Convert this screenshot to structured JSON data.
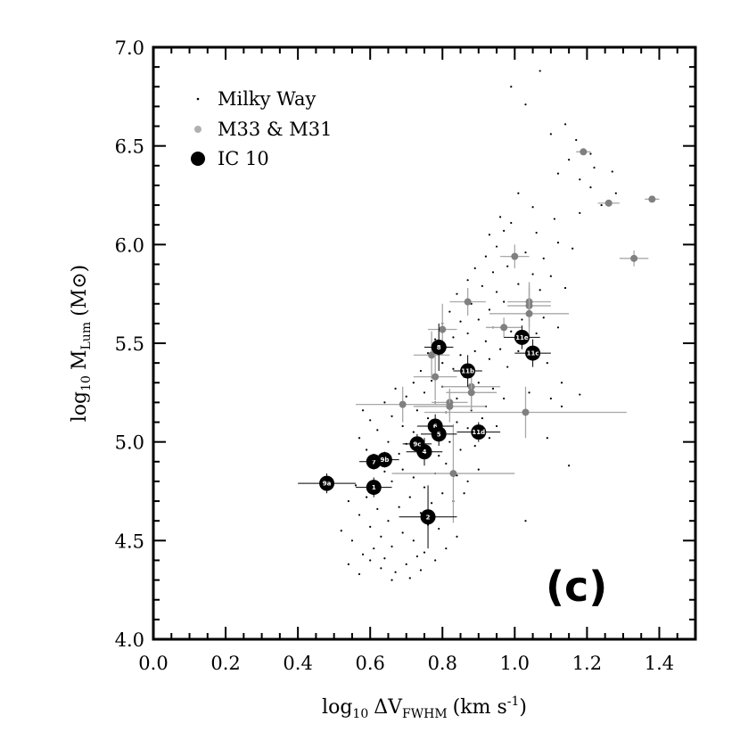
{
  "chart_data": {
    "type": "scatter",
    "title": "",
    "panel_label": "(c)",
    "xlabel": {
      "prefix": "log",
      "prefix_sub": "10",
      "delta": "ΔV",
      "sub": "FWHM",
      "units": "(km s",
      "units_sup": "-1",
      "close": ")"
    },
    "ylabel": {
      "prefix": "log",
      "prefix_sub": "10",
      "main": "M",
      "sub": "Lum",
      "units": "(M",
      "units_sym": "⊙",
      "close": ")"
    },
    "xlim": [
      0.0,
      1.5
    ],
    "ylim": [
      4.0,
      7.0
    ],
    "x_ticks": [
      "0.0",
      "0.2",
      "0.4",
      "0.6",
      "0.8",
      "1.0",
      "1.2",
      "1.4"
    ],
    "y_ticks": [
      "4.0",
      "4.5",
      "5.0",
      "5.5",
      "6.0",
      "6.5",
      "7.0"
    ],
    "legend": [
      {
        "label": "Milky Way",
        "marker": "dot"
      },
      {
        "label": "M33 & M31",
        "marker": "gray-circle"
      },
      {
        "label": "IC 10",
        "marker": "black-circle"
      }
    ],
    "colors": {
      "ic10": "#000000",
      "m33m31": "#808080",
      "mw": "#000000",
      "m33m31_err": "#a8a8a8"
    },
    "series": [
      {
        "name": "IC 10",
        "points": [
          {
            "id": "9a",
            "x": 0.48,
            "y": 4.79,
            "xerr": 0.08,
            "yerr": 0.05
          },
          {
            "id": "1",
            "x": 0.61,
            "y": 4.77,
            "xerr": 0.05,
            "yerr": 0.05
          },
          {
            "id": "7",
            "x": 0.61,
            "y": 4.9,
            "xerr": 0.04,
            "yerr": 0.04
          },
          {
            "id": "9b",
            "x": 0.64,
            "y": 4.91,
            "xerr": 0.04,
            "yerr": 0.04
          },
          {
            "id": "2",
            "x": 0.76,
            "y": 4.62,
            "xerr": 0.08,
            "yerr": 0.16
          },
          {
            "id": "4",
            "x": 0.75,
            "y": 4.95,
            "xerr": 0.05,
            "yerr": 0.07
          },
          {
            "id": "9c",
            "x": 0.73,
            "y": 4.99,
            "xerr": 0.04,
            "yerr": 0.05
          },
          {
            "id": "6",
            "x": 0.78,
            "y": 5.08,
            "xerr": 0.05,
            "yerr": 0.06
          },
          {
            "id": "5",
            "x": 0.79,
            "y": 5.04,
            "xerr": 0.05,
            "yerr": 0.06
          },
          {
            "id": "8",
            "x": 0.79,
            "y": 5.48,
            "xerr": 0.04,
            "yerr": 0.12
          },
          {
            "id": "11b",
            "x": 0.87,
            "y": 5.36,
            "xerr": 0.04,
            "yerr": 0.08
          },
          {
            "id": "11d",
            "x": 0.9,
            "y": 5.05,
            "xerr": 0.06,
            "yerr": 0.05
          },
          {
            "id": "11e",
            "x": 1.02,
            "y": 5.53,
            "xerr": 0.05,
            "yerr": 0.06
          },
          {
            "id": "11c",
            "x": 1.05,
            "y": 5.45,
            "xerr": 0.05,
            "yerr": 0.07
          }
        ]
      },
      {
        "name": "M33 & M31",
        "points": [
          {
            "x": 1.19,
            "y": 6.47,
            "xerr": 0.02,
            "yerr": 0.01
          },
          {
            "x": 1.26,
            "y": 6.21,
            "xerr": 0.03,
            "yerr": 0.01
          },
          {
            "x": 1.38,
            "y": 6.23,
            "xerr": 0.02,
            "yerr": 0.01
          },
          {
            "x": 1.33,
            "y": 5.93,
            "xerr": 0.04,
            "yerr": 0.04
          },
          {
            "x": 1.0,
            "y": 5.94,
            "xerr": 0.04,
            "yerr": 0.06
          },
          {
            "x": 0.87,
            "y": 5.71,
            "xerr": 0.05,
            "yerr": 0.07
          },
          {
            "x": 1.04,
            "y": 5.71,
            "xerr": 0.06,
            "yerr": 0.1
          },
          {
            "x": 1.04,
            "y": 5.69,
            "xerr": 0.06,
            "yerr": 0.11
          },
          {
            "x": 1.04,
            "y": 5.65,
            "xerr": 0.11,
            "yerr": 0.13
          },
          {
            "x": 0.97,
            "y": 5.58,
            "xerr": 0.05,
            "yerr": 0.05
          },
          {
            "x": 0.8,
            "y": 5.57,
            "xerr": 0.04,
            "yerr": 0.13
          },
          {
            "x": 0.77,
            "y": 5.44,
            "xerr": 0.05,
            "yerr": 0.12
          },
          {
            "x": 0.78,
            "y": 5.33,
            "xerr": 0.06,
            "yerr": 0.12
          },
          {
            "x": 0.88,
            "y": 5.28,
            "xerr": 0.08,
            "yerr": 0.11
          },
          {
            "x": 0.88,
            "y": 5.25,
            "xerr": 0.07,
            "yerr": 0.09
          },
          {
            "x": 0.82,
            "y": 5.2,
            "xerr": 0.05,
            "yerr": 0.07
          },
          {
            "x": 0.69,
            "y": 5.19,
            "xerr": 0.13,
            "yerr": 0.09
          },
          {
            "x": 0.82,
            "y": 5.18,
            "xerr": 0.1,
            "yerr": 0.08
          },
          {
            "x": 1.03,
            "y": 5.15,
            "xerr": 0.28,
            "yerr": 0.13
          },
          {
            "x": 0.83,
            "y": 4.84,
            "xerr": 0.17,
            "yerr": 0.25
          }
        ]
      },
      {
        "name": "Milky Way",
        "points": [
          [
            1.07,
            6.88
          ],
          [
            0.99,
            6.8
          ],
          [
            1.03,
            6.71
          ],
          [
            1.1,
            6.56
          ],
          [
            1.14,
            6.61
          ],
          [
            1.17,
            6.53
          ],
          [
            1.21,
            6.46
          ],
          [
            1.22,
            6.39
          ],
          [
            1.15,
            6.43
          ],
          [
            1.12,
            6.36
          ],
          [
            1.18,
            6.33
          ],
          [
            1.21,
            6.29
          ],
          [
            1.27,
            6.37
          ],
          [
            1.28,
            6.26
          ],
          [
            1.24,
            6.2
          ],
          [
            1.18,
            6.16
          ],
          [
            1.11,
            6.13
          ],
          [
            1.05,
            6.19
          ],
          [
            1.01,
            6.26
          ],
          [
            0.96,
            6.14
          ],
          [
            0.93,
            6.05
          ],
          [
            0.97,
            6.07
          ],
          [
            0.99,
            6.11
          ],
          [
            1.06,
            6.06
          ],
          [
            1.12,
            6.01
          ],
          [
            1.16,
            5.98
          ],
          [
            1.08,
            5.93
          ],
          [
            1.03,
            5.96
          ],
          [
            0.95,
            5.99
          ],
          [
            0.92,
            5.94
          ],
          [
            0.89,
            5.88
          ],
          [
            0.94,
            5.86
          ],
          [
            0.98,
            5.89
          ],
          [
            1.05,
            5.85
          ],
          [
            1.1,
            5.84
          ],
          [
            1.14,
            5.78
          ],
          [
            1.07,
            5.77
          ],
          [
            1.01,
            5.8
          ],
          [
            0.95,
            5.76
          ],
          [
            0.91,
            5.79
          ],
          [
            0.87,
            5.82
          ],
          [
            0.84,
            5.75
          ],
          [
            0.88,
            5.7
          ],
          [
            0.93,
            5.67
          ],
          [
            0.97,
            5.71
          ],
          [
            1.02,
            5.62
          ],
          [
            1.08,
            5.63
          ],
          [
            1.12,
            5.58
          ],
          [
            1.06,
            5.55
          ],
          [
            0.99,
            5.56
          ],
          [
            0.94,
            5.58
          ],
          [
            0.9,
            5.62
          ],
          [
            0.85,
            5.61
          ],
          [
            0.82,
            5.66
          ],
          [
            0.8,
            5.6
          ],
          [
            0.83,
            5.53
          ],
          [
            0.87,
            5.55
          ],
          [
            0.92,
            5.51
          ],
          [
            0.96,
            5.47
          ],
          [
            1.01,
            5.46
          ],
          [
            1.09,
            5.4
          ],
          [
            1.13,
            5.3
          ],
          [
            1.18,
            5.24
          ],
          [
            1.1,
            5.22
          ],
          [
            1.04,
            5.25
          ],
          [
            0.98,
            5.38
          ],
          [
            0.93,
            5.42
          ],
          [
            0.89,
            5.46
          ],
          [
            0.85,
            5.44
          ],
          [
            0.81,
            5.48
          ],
          [
            0.78,
            5.52
          ],
          [
            0.76,
            5.45
          ],
          [
            0.8,
            5.4
          ],
          [
            0.83,
            5.37
          ],
          [
            0.86,
            5.33
          ],
          [
            0.9,
            5.3
          ],
          [
            0.94,
            5.27
          ],
          [
            0.97,
            5.22
          ],
          [
            0.92,
            5.18
          ],
          [
            0.88,
            5.16
          ],
          [
            0.84,
            5.22
          ],
          [
            0.8,
            5.28
          ],
          [
            0.77,
            5.31
          ],
          [
            0.74,
            5.36
          ],
          [
            0.72,
            5.3
          ],
          [
            0.75,
            5.25
          ],
          [
            0.78,
            5.2
          ],
          [
            0.81,
            5.15
          ],
          [
            0.84,
            5.1
          ],
          [
            0.87,
            5.07
          ],
          [
            0.91,
            5.12
          ],
          [
            0.95,
            5.08
          ],
          [
            0.93,
            5.02
          ],
          [
            0.89,
            4.98
          ],
          [
            0.85,
            4.96
          ],
          [
            0.82,
            5.0
          ],
          [
            0.79,
            4.93
          ],
          [
            0.76,
            5.12
          ],
          [
            0.73,
            5.16
          ],
          [
            0.7,
            5.23
          ],
          [
            0.67,
            5.27
          ],
          [
            0.64,
            5.2
          ],
          [
            0.66,
            5.13
          ],
          [
            0.69,
            5.08
          ],
          [
            0.72,
            5.05
          ],
          [
            0.7,
            4.99
          ],
          [
            0.68,
            4.94
          ],
          [
            0.65,
            5.0
          ],
          [
            0.62,
            5.06
          ],
          [
            0.6,
            5.11
          ],
          [
            0.58,
            5.16
          ],
          [
            0.57,
            5.02
          ],
          [
            0.59,
            4.96
          ],
          [
            0.62,
            4.9
          ],
          [
            0.64,
            4.85
          ],
          [
            0.66,
            4.8
          ],
          [
            0.69,
            4.86
          ],
          [
            0.72,
            4.82
          ],
          [
            0.75,
            4.77
          ],
          [
            0.78,
            4.84
          ],
          [
            0.81,
            4.89
          ],
          [
            0.84,
            4.83
          ],
          [
            0.87,
            4.8
          ],
          [
            0.9,
            4.86
          ],
          [
            0.86,
            4.74
          ],
          [
            0.83,
            4.7
          ],
          [
            0.8,
            4.74
          ],
          [
            0.77,
            4.69
          ],
          [
            0.74,
            4.64
          ],
          [
            0.71,
            4.72
          ],
          [
            0.68,
            4.67
          ],
          [
            0.65,
            4.6
          ],
          [
            0.62,
            4.66
          ],
          [
            0.59,
            4.72
          ],
          [
            0.56,
            4.78
          ],
          [
            0.54,
            4.7
          ],
          [
            0.57,
            4.63
          ],
          [
            0.6,
            4.57
          ],
          [
            0.63,
            4.52
          ],
          [
            0.66,
            4.47
          ],
          [
            0.69,
            4.54
          ],
          [
            0.72,
            4.5
          ],
          [
            0.75,
            4.44
          ],
          [
            0.78,
            4.4
          ],
          [
            0.81,
            4.46
          ],
          [
            0.84,
            4.52
          ],
          [
            0.79,
            4.56
          ],
          [
            0.76,
            4.58
          ],
          [
            0.73,
            4.42
          ],
          [
            0.7,
            4.38
          ],
          [
            0.67,
            4.34
          ],
          [
            0.64,
            4.41
          ],
          [
            0.61,
            4.46
          ],
          [
            0.58,
            4.43
          ],
          [
            0.55,
            4.5
          ],
          [
            0.52,
            4.55
          ],
          [
            0.54,
            4.38
          ],
          [
            0.57,
            4.33
          ],
          [
            0.6,
            4.4
          ],
          [
            0.63,
            4.36
          ],
          [
            0.66,
            4.3
          ],
          [
            0.71,
            4.31
          ],
          [
            0.74,
            4.35
          ],
          [
            1.03,
            4.6
          ],
          [
            1.09,
            5.02
          ],
          [
            1.13,
            5.18
          ],
          [
            1.15,
            4.88
          ]
        ]
      }
    ]
  }
}
